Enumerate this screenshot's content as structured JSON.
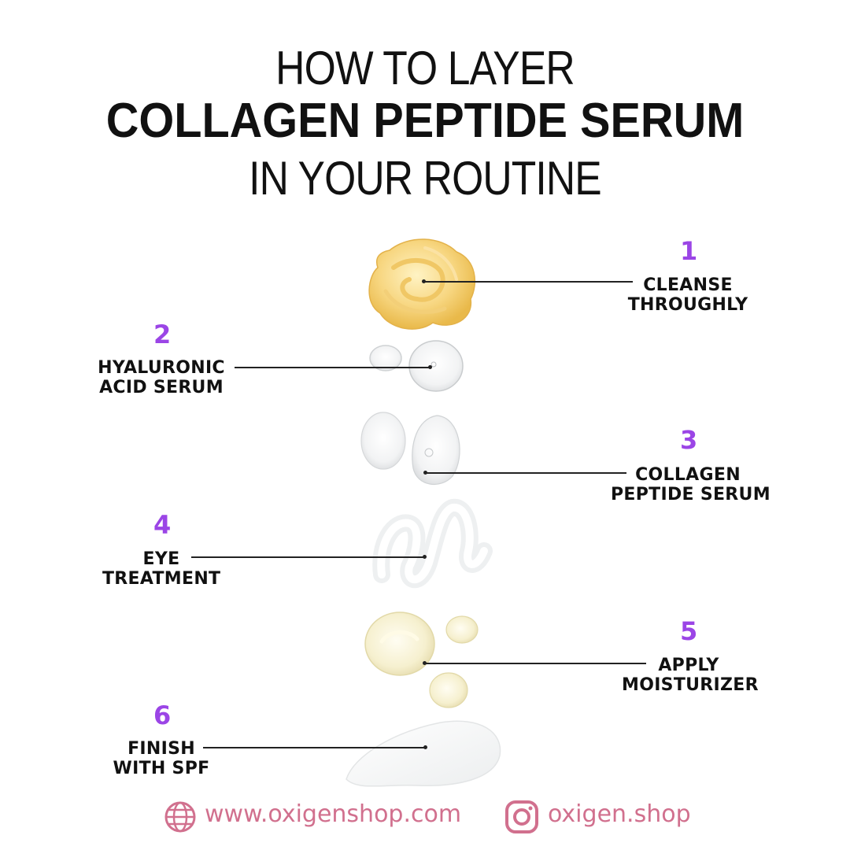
{
  "title": {
    "line1": "HOW TO LAYER",
    "line2": "COLLAGEN PEPTIDE SERUM",
    "line3": "IN YOUR ROUTINE"
  },
  "steps": [
    {
      "number": "1",
      "label_line1": "CLEANSE",
      "label_line2": "THROUGHLY",
      "texture_icon": "yellow-gel-swirl-icon"
    },
    {
      "number": "2",
      "label_line1": "HYALURONIC",
      "label_line2": "ACID SERUM",
      "texture_icon": "clear-serum-drops-icon"
    },
    {
      "number": "3",
      "label_line1": "COLLAGEN",
      "label_line2": "PEPTIDE SERUM",
      "texture_icon": "clear-serum-drops-icon"
    },
    {
      "number": "4",
      "label_line1": "EYE",
      "label_line2": "TREATMENT",
      "texture_icon": "gel-squiggle-icon"
    },
    {
      "number": "5",
      "label_line1": "APPLY",
      "label_line2": "MOISTURIZER",
      "texture_icon": "cream-dollop-icon"
    },
    {
      "number": "6",
      "label_line1": "FINISH",
      "label_line2": "WITH SPF",
      "texture_icon": "lotion-smear-icon"
    }
  ],
  "footer": {
    "website": "www.oxigenshop.com",
    "instagram": "oxigen.shop",
    "website_icon": "globe-icon",
    "instagram_icon": "instagram-icon"
  },
  "colors": {
    "number_accent": "#9b45e6",
    "footer_accent": "#d1708e",
    "text": "#111111"
  }
}
